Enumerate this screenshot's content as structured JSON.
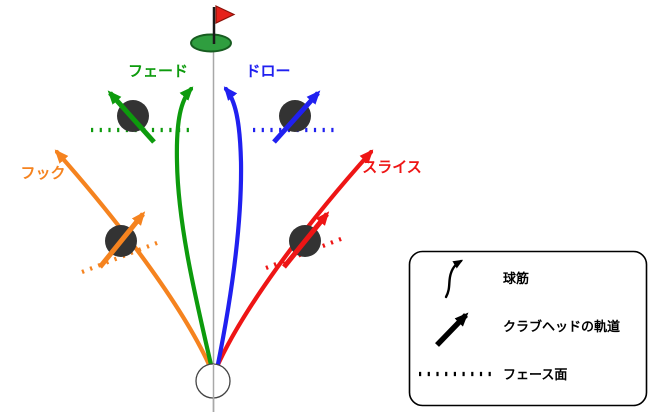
{
  "labels": {
    "fade": "フェード",
    "draw": "ドロー",
    "hook": "フック",
    "slice": "スライス"
  },
  "legend": {
    "items": [
      {
        "label": "球筋",
        "symbol": "thin-curved-arrow"
      },
      {
        "label": "クラブヘッドの軌道",
        "symbol": "thick-straight-arrow"
      },
      {
        "label": "フェース面",
        "symbol": "dotted-line"
      }
    ]
  },
  "colors": {
    "fade": "#0d9b0d",
    "draw": "#2020f0",
    "hook": "#f5831f",
    "slice": "#ee1515",
    "target_line": "#a8a8a8",
    "ball": "#333333",
    "legend_ink": "#000000",
    "flag_red": "#e6211a",
    "flag_pole": "#1a1a1a",
    "green_fill": "#2f9e3f",
    "green_edge": "#175c20"
  }
}
